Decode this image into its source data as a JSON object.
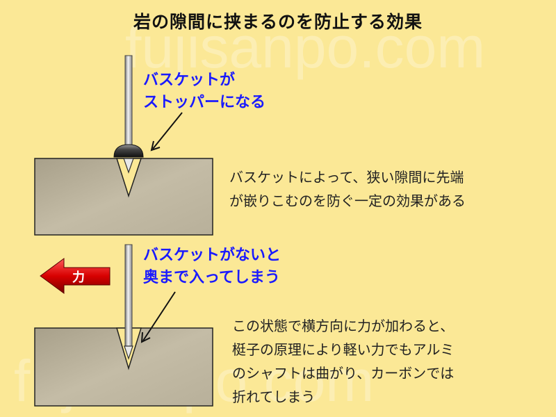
{
  "title": "岩の隙間に挟まるのを防止する効果",
  "watermark": "fujisanpo.com",
  "top_panel": {
    "label_lines": [
      "バスケットが",
      "ストッパーになる"
    ],
    "desc_lines": [
      "バスケットによって、狭い隙間に先端",
      "が嵌りこむのを防ぐ一定の効果がある"
    ]
  },
  "bottom_panel": {
    "force_label": "力",
    "label_lines": [
      "バスケットがないと",
      "奥まで入ってしまう"
    ],
    "desc_lines": [
      "この状態で横方向に力が加わると、",
      "梃子の原理により軽い力でもアルミ",
      "のシャフトは曲がり、カーボンでは",
      "折れてしまう"
    ]
  },
  "colors": {
    "background": "#fbe896",
    "label": "#1a1aff",
    "rock": "#bdb59f",
    "arrow": "#c00000"
  }
}
